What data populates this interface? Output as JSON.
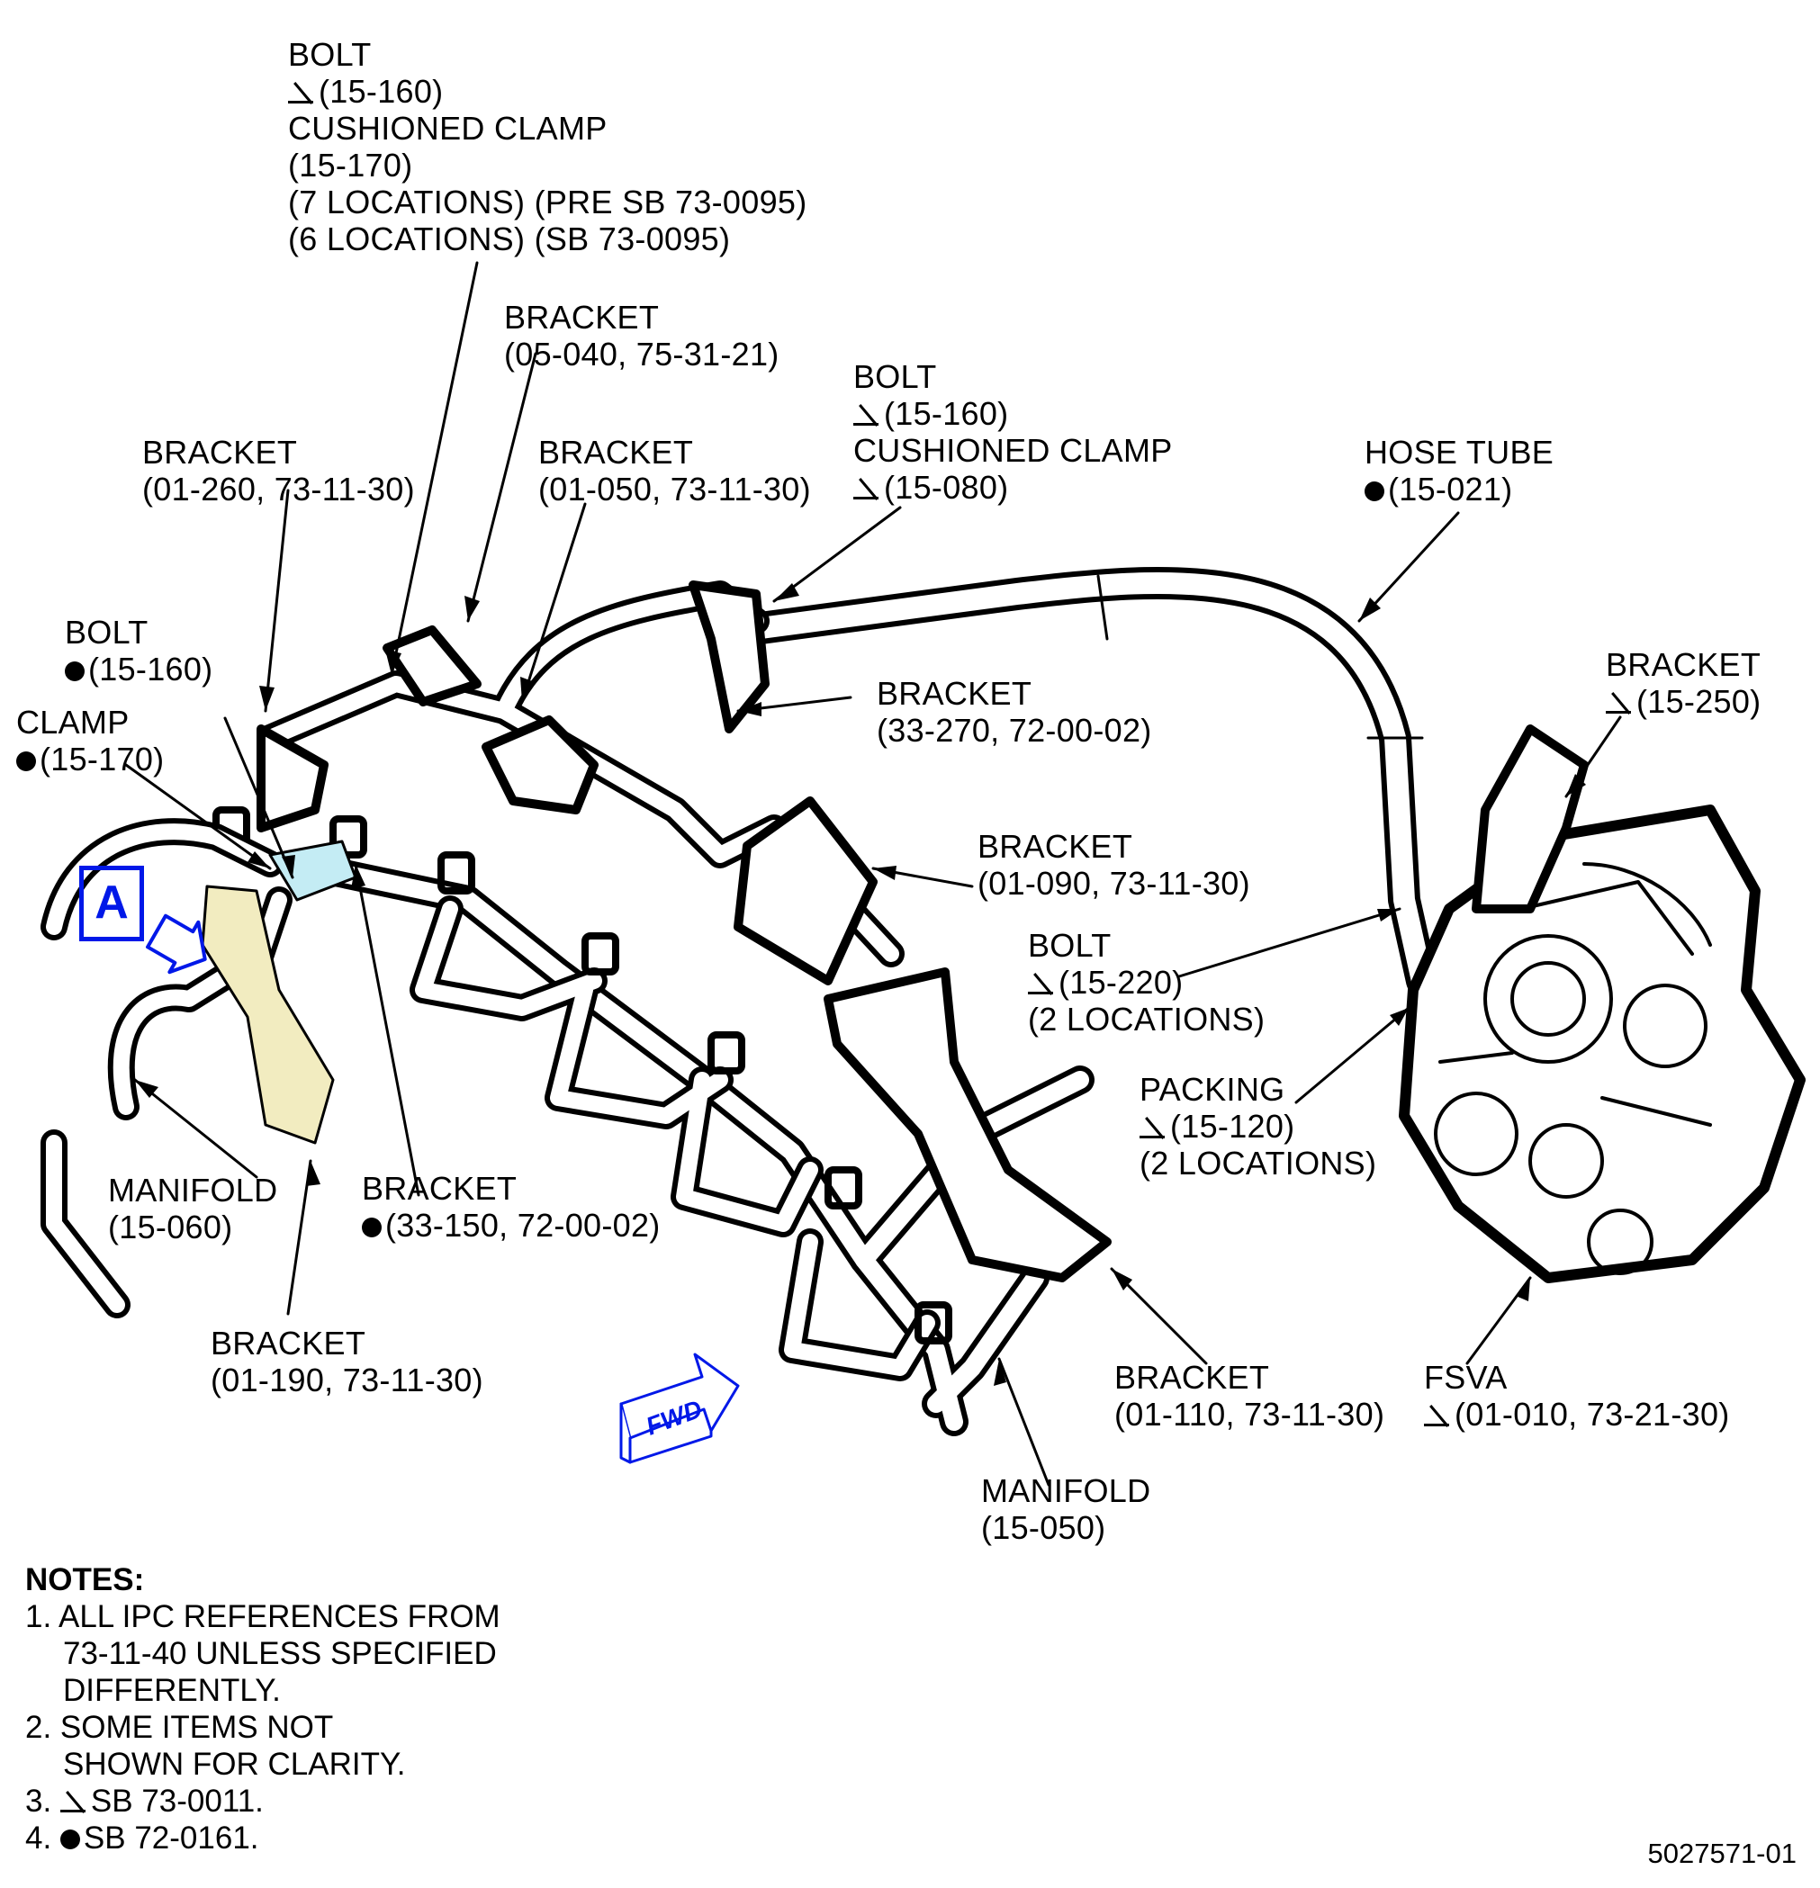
{
  "labels": [
    {
      "name": "bolt-cushioned-clamp-top-label",
      "lines": [
        {
          "text": "BOLT"
        },
        {
          "sym": "tri",
          "text": "(15-160)"
        },
        {
          "text": "CUSHIONED CLAMP"
        },
        {
          "text": "(15-170)"
        },
        {
          "text": "(7 LOCATIONS) (PRE SB 73-0095)"
        },
        {
          "text": "(6 LOCATIONS) (SB 73-0095)"
        }
      ]
    },
    {
      "name": "bracket-05-040-label",
      "lines": [
        {
          "text": "BRACKET"
        },
        {
          "text": "(05-040, 75-31-21)"
        }
      ]
    },
    {
      "name": "bolt-cushioned-clamp-15-080-label",
      "lines": [
        {
          "text": "BOLT"
        },
        {
          "sym": "tri",
          "text": "(15-160)"
        },
        {
          "text": "CUSHIONED CLAMP"
        },
        {
          "sym": "tri",
          "text": "(15-080)"
        }
      ]
    },
    {
      "name": "bracket-01-260-label",
      "lines": [
        {
          "text": "BRACKET"
        },
        {
          "text": "(01-260, 73-11-30)"
        }
      ]
    },
    {
      "name": "bracket-01-050-label",
      "lines": [
        {
          "text": "BRACKET"
        },
        {
          "text": "(01-050, 73-11-30)"
        }
      ]
    },
    {
      "name": "hose-tube-label",
      "lines": [
        {
          "text": "HOSE TUBE"
        },
        {
          "sym": "dot",
          "text": "(15-021)"
        }
      ]
    },
    {
      "name": "bolt-15-160-dot-label",
      "lines": [
        {
          "text": "BOLT"
        },
        {
          "sym": "dot",
          "text": "(15-160)"
        }
      ]
    },
    {
      "name": "clamp-15-170-label",
      "lines": [
        {
          "text": "CLAMP"
        },
        {
          "sym": "dot",
          "text": "(15-170)"
        }
      ]
    },
    {
      "name": "bracket-15-250-label",
      "lines": [
        {
          "text": "BRACKET"
        },
        {
          "sym": "tri",
          "text": "(15-250)"
        }
      ]
    },
    {
      "name": "bracket-33-270-label",
      "lines": [
        {
          "text": "BRACKET"
        },
        {
          "text": "(33-270, 72-00-02)"
        }
      ]
    },
    {
      "name": "bracket-01-090-label",
      "lines": [
        {
          "text": "BRACKET"
        },
        {
          "text": "(01-090, 73-11-30)"
        }
      ]
    },
    {
      "name": "bolt-15-220-label",
      "lines": [
        {
          "text": "BOLT"
        },
        {
          "sym": "tri",
          "text": "(15-220)"
        },
        {
          "text": "(2 LOCATIONS)"
        }
      ]
    },
    {
      "name": "packing-15-120-label",
      "lines": [
        {
          "text": "PACKING"
        },
        {
          "sym": "tri",
          "text": "(15-120)"
        },
        {
          "text": "(2 LOCATIONS)"
        }
      ]
    },
    {
      "name": "manifold-15-060-label",
      "lines": [
        {
          "text": "MANIFOLD"
        },
        {
          "text": "(15-060)"
        }
      ]
    },
    {
      "name": "bracket-33-150-label",
      "lines": [
        {
          "text": "BRACKET"
        },
        {
          "sym": "dot",
          "text": "(33-150, 72-00-02)"
        }
      ]
    },
    {
      "name": "bracket-01-190-label",
      "lines": [
        {
          "text": "BRACKET"
        },
        {
          "text": "(01-190, 73-11-30)"
        }
      ]
    },
    {
      "name": "bracket-01-110-label",
      "lines": [
        {
          "text": "BRACKET"
        },
        {
          "text": "(01-110, 73-11-30)"
        }
      ]
    },
    {
      "name": "fsva-label",
      "lines": [
        {
          "text": "FSVA"
        },
        {
          "sym": "tri",
          "text": "(01-010, 73-21-30)"
        }
      ]
    },
    {
      "name": "manifold-15-050-label",
      "lines": [
        {
          "text": "MANIFOLD"
        },
        {
          "text": "(15-050)"
        }
      ]
    }
  ],
  "view_marker": "A",
  "fwd_arrow": "FWD",
  "notes": {
    "title": "NOTES:",
    "lines": [
      {
        "text": "1. ALL IPC REFERENCES FROM"
      },
      {
        "text": "73-11-40 UNLESS SPECIFIED",
        "indent": true
      },
      {
        "text": "DIFFERENTLY.",
        "indent": true
      },
      {
        "text": "2. SOME ITEMS NOT"
      },
      {
        "text": "SHOWN FOR CLARITY.",
        "indent": true
      },
      {
        "prefix": "3. ",
        "sym": "tri",
        "text": "SB 73-0011."
      },
      {
        "prefix": "4. ",
        "sym": "dot",
        "text": "SB 72-0161."
      }
    ]
  },
  "figure_id": "5027571-01",
  "colors": {
    "ink": "#000000",
    "accent_blue": "#0018e8",
    "highlight_yellow": "#f2ecc0",
    "highlight_cyan": "#c4ecf4"
  }
}
